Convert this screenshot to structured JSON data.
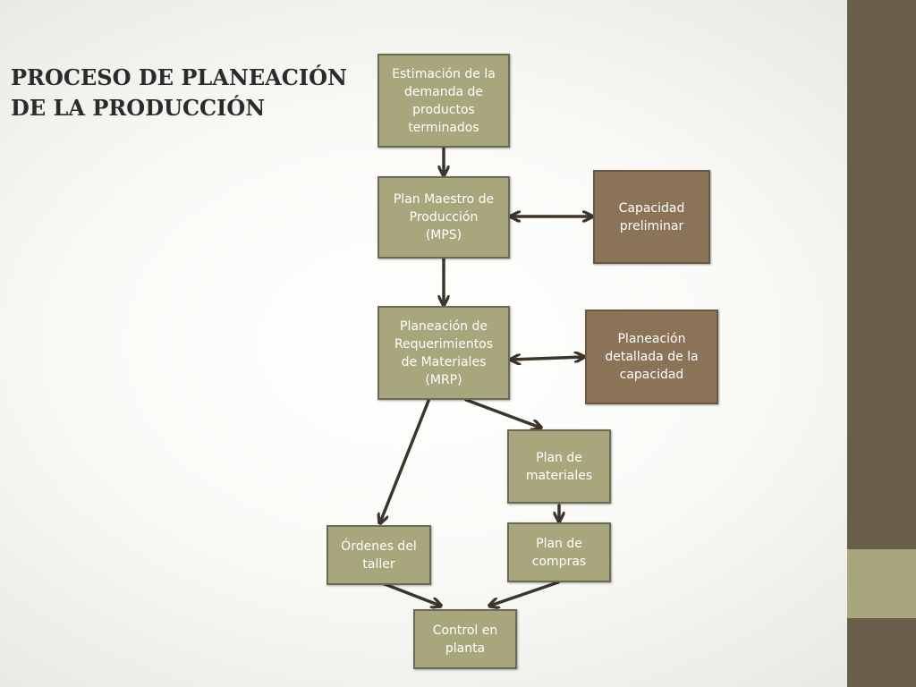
{
  "title": {
    "line1": "PROCESO DE PLANEACIÓN",
    "line2": "DE LA PRODUCCIÓN"
  },
  "boxes": {
    "estimacion": [
      "Estimación de la",
      "demanda de",
      "productos",
      "terminados"
    ],
    "mps": [
      "Plan Maestro de",
      "Producción",
      "(MPS)"
    ],
    "capacidad_preliminar": [
      "Capacidad",
      "preliminar"
    ],
    "mrp": [
      "Planeación de",
      "Requerimientos",
      "de Materiales",
      "(MRP)"
    ],
    "capacidad_detallada": [
      "Planeación",
      "detallada de la",
      "capacidad"
    ],
    "plan_materiales": [
      "Plan de",
      "materiales"
    ],
    "ordenes_taller": [
      "Órdenes del",
      "taller"
    ],
    "plan_compras": [
      "Plan de",
      "compras"
    ],
    "control_planta": [
      "Control en",
      "planta"
    ]
  },
  "colors": {
    "olive_box": "#a8a67c",
    "brown_box": "#8b7358",
    "arrow": "#3d3529",
    "side_bar": "#695e4a"
  }
}
